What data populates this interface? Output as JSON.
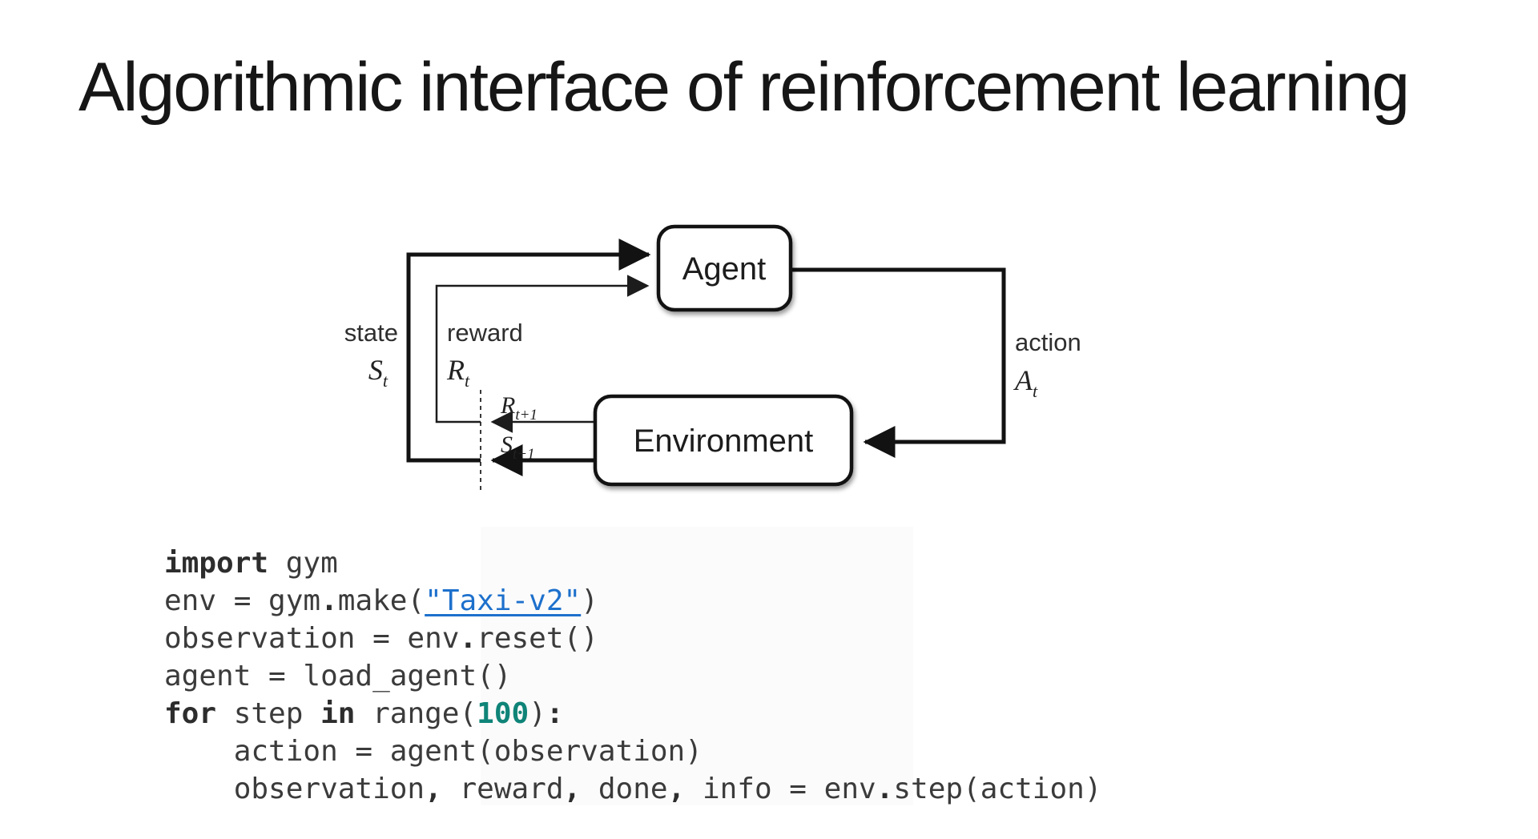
{
  "title": "Algorithmic interface of reinforcement learning",
  "diagram": {
    "agent_label": "Agent",
    "environment_label": "Environment",
    "state_label": "state",
    "state_symbol": "S",
    "state_subscript": "t",
    "reward_label": "reward",
    "reward_symbol": "R",
    "reward_subscript": "t",
    "action_label": "action",
    "action_symbol": "A",
    "action_subscript": "t",
    "next_reward_symbol": "R",
    "next_reward_subscript": "t+1",
    "next_state_symbol": "S",
    "next_state_subscript": "t+1"
  },
  "colors": {
    "code_text": "#3b3b3b",
    "keyword": "#2d2d2d",
    "number_teal": "#0f8478",
    "link_blue": "#1d70cc",
    "diagram_line": "#121212",
    "background": "#ffffff"
  },
  "code": {
    "lines": [
      [
        {
          "t": "import",
          "c": "kw"
        },
        {
          "t": " gym",
          "c": "pl"
        }
      ],
      [
        {
          "t": "env = gym",
          "c": "pl"
        },
        {
          "t": ".",
          "c": "pu"
        },
        {
          "t": "make(",
          "c": "pl"
        },
        {
          "t": "\"Taxi-v2\"",
          "c": "ln"
        },
        {
          "t": ")",
          "c": "pl"
        }
      ],
      [
        {
          "t": "observation = env",
          "c": "pl"
        },
        {
          "t": ".",
          "c": "pu"
        },
        {
          "t": "reset()",
          "c": "pl"
        }
      ],
      [
        {
          "t": "agent = load_agent()",
          "c": "pl"
        }
      ],
      [
        {
          "t": "for",
          "c": "kw"
        },
        {
          "t": " step ",
          "c": "pl"
        },
        {
          "t": "in",
          "c": "kw"
        },
        {
          "t": " range(",
          "c": "pl"
        },
        {
          "t": "100",
          "c": "nu"
        },
        {
          "t": ")",
          "c": "pl"
        },
        {
          "t": ":",
          "c": "pu"
        }
      ],
      [
        {
          "t": "    action = agent(observation)",
          "c": "pl"
        }
      ],
      [
        {
          "t": "    observation",
          "c": "pl"
        },
        {
          "t": ",",
          "c": "pu"
        },
        {
          "t": " reward",
          "c": "pl"
        },
        {
          "t": ",",
          "c": "pu"
        },
        {
          "t": " done",
          "c": "pl"
        },
        {
          "t": ",",
          "c": "pu"
        },
        {
          "t": " info = env",
          "c": "pl"
        },
        {
          "t": ".",
          "c": "pu"
        },
        {
          "t": "step(action)",
          "c": "pl"
        }
      ]
    ]
  }
}
